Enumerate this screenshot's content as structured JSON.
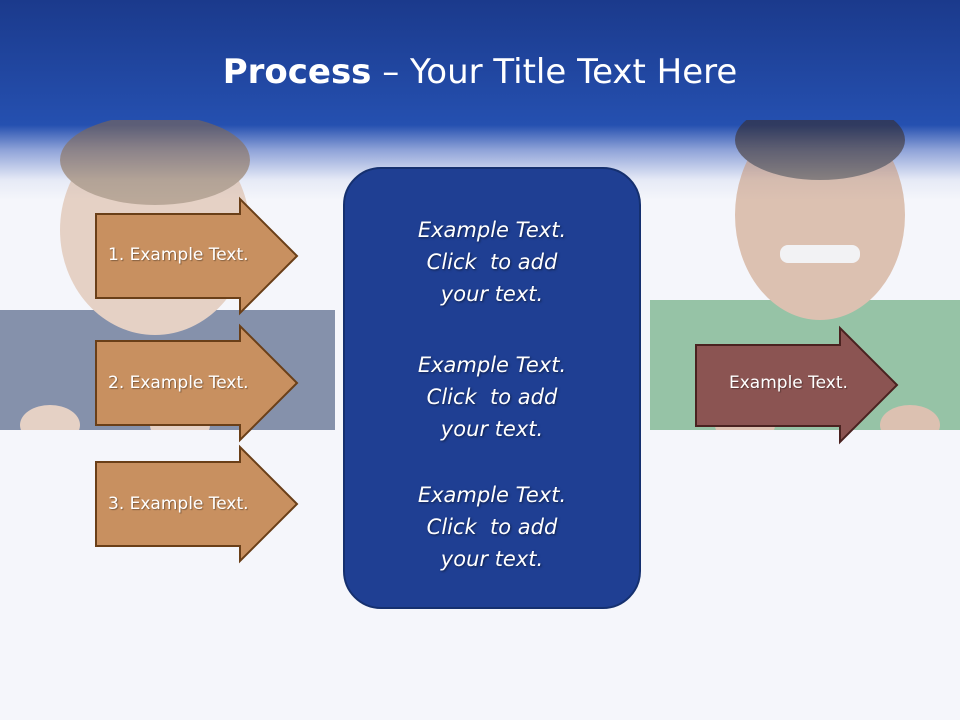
{
  "title": {
    "bold": "Process",
    "rest": " – Your Title Text Here"
  },
  "steps": [
    {
      "label": "1. Example Text."
    },
    {
      "label": "2. Example Text."
    },
    {
      "label": "3. Example Text."
    }
  ],
  "center_paragraphs": [
    {
      "line1": "Example Text.",
      "line2": "Click  to add",
      "line3": "your text."
    },
    {
      "line1": "Example Text.",
      "line2": "Click  to add",
      "line3": "your text."
    },
    {
      "line1": "Example Text.",
      "line2": "Click  to add",
      "line3": "your text."
    }
  ],
  "result": {
    "label": "Example Text."
  },
  "colors": {
    "header_blue": "#1f45a3",
    "center_box": "#1f3f93",
    "step_arrow": "#c89060",
    "result_arrow": "#8b5452"
  }
}
